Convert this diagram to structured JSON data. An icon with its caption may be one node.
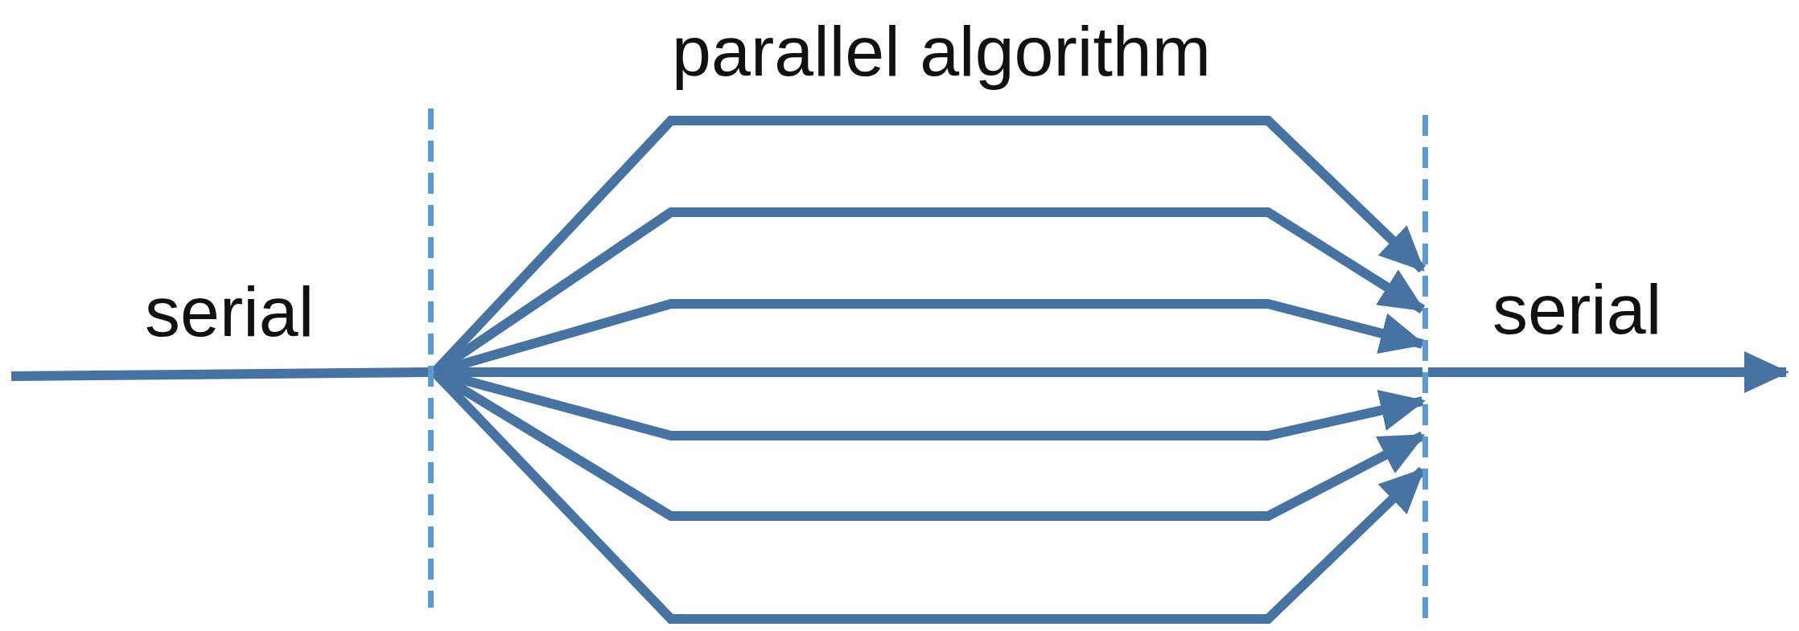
{
  "diagram": {
    "nodes": [
      {
        "text": [],
        "shape": "line"
      },
      {
        "text": [],
        "shape": "line"
      }
    ],
    "edges": [
      {
        "from": null,
        "to": 0,
        "arrow": "none"
      },
      {
        "from": 0,
        "to": 1,
        "arrow": "to"
      },
      {
        "from": 0,
        "to": 1,
        "arrow": "to"
      },
      {
        "from": 0,
        "to": 1,
        "arrow": "to"
      },
      {
        "from": 0,
        "to": 1,
        "arrow": "none"
      },
      {
        "from": 0,
        "to": 1,
        "arrow": "to"
      },
      {
        "from": 0,
        "to": 1,
        "arrow": "to"
      },
      {
        "from": 0,
        "to": 1,
        "arrow": "to"
      },
      {
        "from": 1,
        "to": null,
        "arrow": "to"
      }
    ],
    "labels": [
      "parallel algorithm",
      "serial",
      "serial"
    ]
  }
}
